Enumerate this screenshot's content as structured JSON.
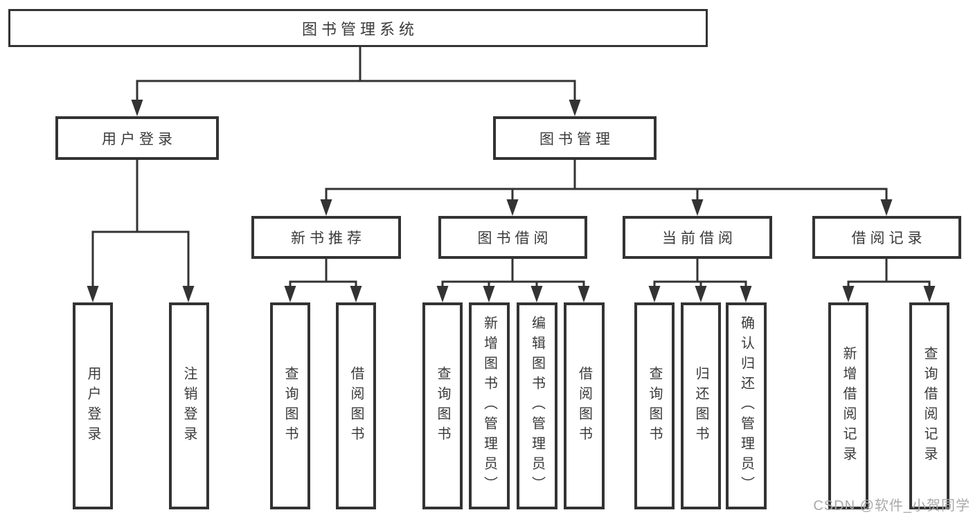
{
  "diagram": {
    "root": {
      "label": "图书管理系统"
    },
    "level2": [
      {
        "label": "用户登录"
      },
      {
        "label": "图书管理"
      }
    ],
    "level3": [
      {
        "label": "新书推荐"
      },
      {
        "label": "图书借阅"
      },
      {
        "label": "当前借阅"
      },
      {
        "label": "借阅记录"
      }
    ],
    "leaves": [
      {
        "label": "用户登录"
      },
      {
        "label": "注销登录"
      },
      {
        "label": "查询图书"
      },
      {
        "label": "借阅图书"
      },
      {
        "label": "查询图书"
      },
      {
        "label": "新增图书（管理员）"
      },
      {
        "label": "编辑图书（管理员）"
      },
      {
        "label": "借阅图书"
      },
      {
        "label": "查询图书"
      },
      {
        "label": "归还图书"
      },
      {
        "label": "确认归还（管理员）"
      },
      {
        "label": "新增借阅记录"
      },
      {
        "label": "查询借阅记录"
      }
    ],
    "colors": {
      "line": "#333333",
      "text": "#3a3a3a",
      "box_background": "#ffffff",
      "watermark": "#a9a9a9"
    },
    "watermark": "CSDN @软件_小贺同学"
  }
}
